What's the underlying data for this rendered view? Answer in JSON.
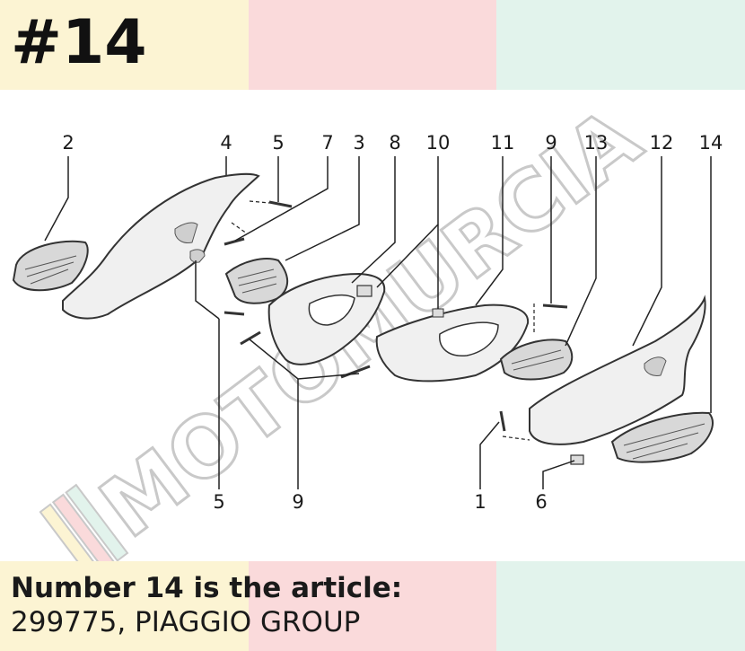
{
  "header": {
    "number": "#14"
  },
  "colors": {
    "band_yellow": "#fcf4d3",
    "band_pink": "#fadadb",
    "band_mint": "#e2f3ec"
  },
  "diagram": {
    "callouts": [
      "2",
      "4",
      "5",
      "7",
      "3",
      "8",
      "10",
      "11",
      "9",
      "13",
      "12",
      "14",
      "5",
      "9",
      "1",
      "6"
    ]
  },
  "watermark": {
    "text": "MOTOMURCIA"
  },
  "caption": {
    "title": "Number 14 is the article:",
    "detail": "299775, PIAGGIO GROUP"
  }
}
